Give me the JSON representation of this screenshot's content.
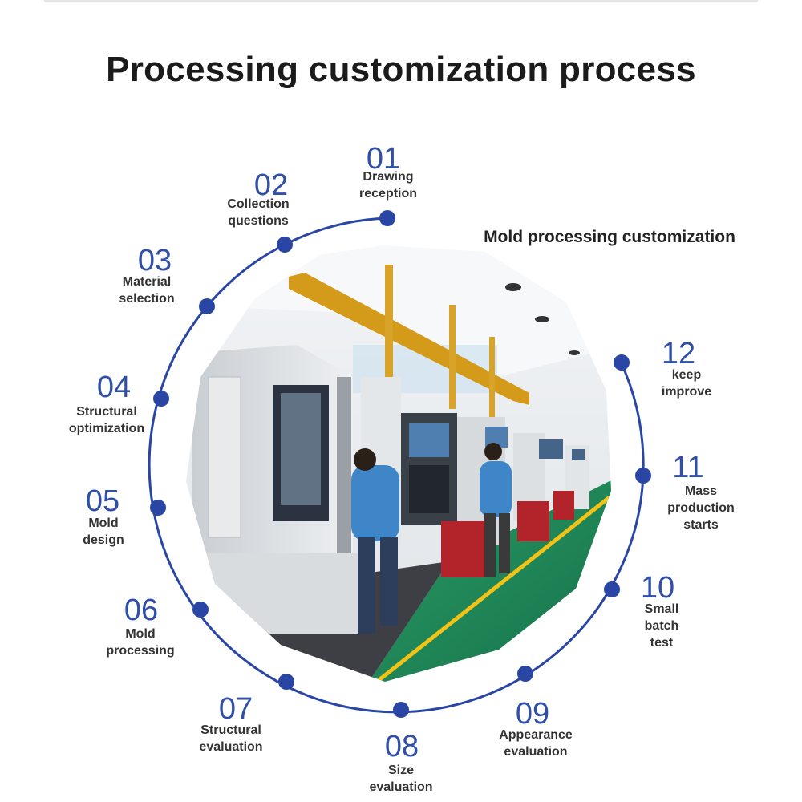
{
  "title": "Processing customization process",
  "subtitle": "Mold processing customization",
  "photo": {
    "description": "factory floor with CNC machining centers and operators"
  },
  "colors": {
    "accent": "#2f4fa8",
    "dot": "#2946a5",
    "text": "#333333",
    "floor": "#1f8a57",
    "beam": "#d49a1a"
  },
  "steps": [
    {
      "number": "01",
      "label": "Drawing reception"
    },
    {
      "number": "02",
      "label": "Collection questions"
    },
    {
      "number": "03",
      "label": "Material selection"
    },
    {
      "number": "04",
      "label": "Structural\noptimization"
    },
    {
      "number": "05",
      "label": "Mold design"
    },
    {
      "number": "06",
      "label": "Mold processing"
    },
    {
      "number": "07",
      "label": "Structural evaluation"
    },
    {
      "number": "08",
      "label": "Size evaluation"
    },
    {
      "number": "09",
      "label": "Appearance evaluation"
    },
    {
      "number": "10",
      "label": "Small batch test"
    },
    {
      "number": "11",
      "label": "Mass production\nstarts"
    },
    {
      "number": "12",
      "label": "keep improve"
    }
  ]
}
